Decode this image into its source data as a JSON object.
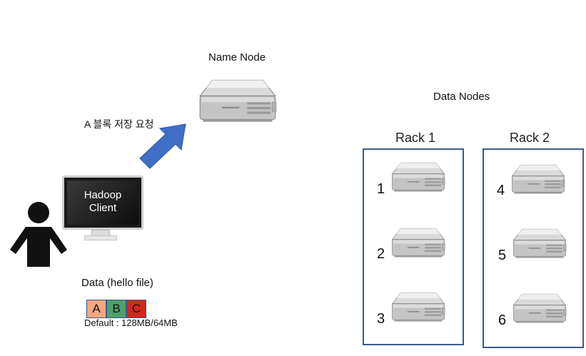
{
  "name_node": {
    "label": "Name Node"
  },
  "request": {
    "label": "A 블록 저장 요청"
  },
  "client": {
    "line1": "Hadoop",
    "line2": "Client"
  },
  "data": {
    "label": "Data (hello file)",
    "blocks": [
      {
        "letter": "A",
        "color": "#f4a77f"
      },
      {
        "letter": "B",
        "color": "#4ea06a"
      },
      {
        "letter": "C",
        "color": "#d0281d"
      }
    ],
    "default_label": "Default : 128MB/64MB"
  },
  "data_nodes": {
    "label": "Data Nodes",
    "racks": [
      {
        "title": "Rack 1",
        "nodes": [
          "1",
          "2",
          "3"
        ]
      },
      {
        "title": "Rack 2",
        "nodes": [
          "4",
          "5",
          "6"
        ]
      }
    ]
  },
  "colors": {
    "arrow": "#3f6fc6",
    "rack_border": "#3a5a8c",
    "person": "#111111"
  }
}
